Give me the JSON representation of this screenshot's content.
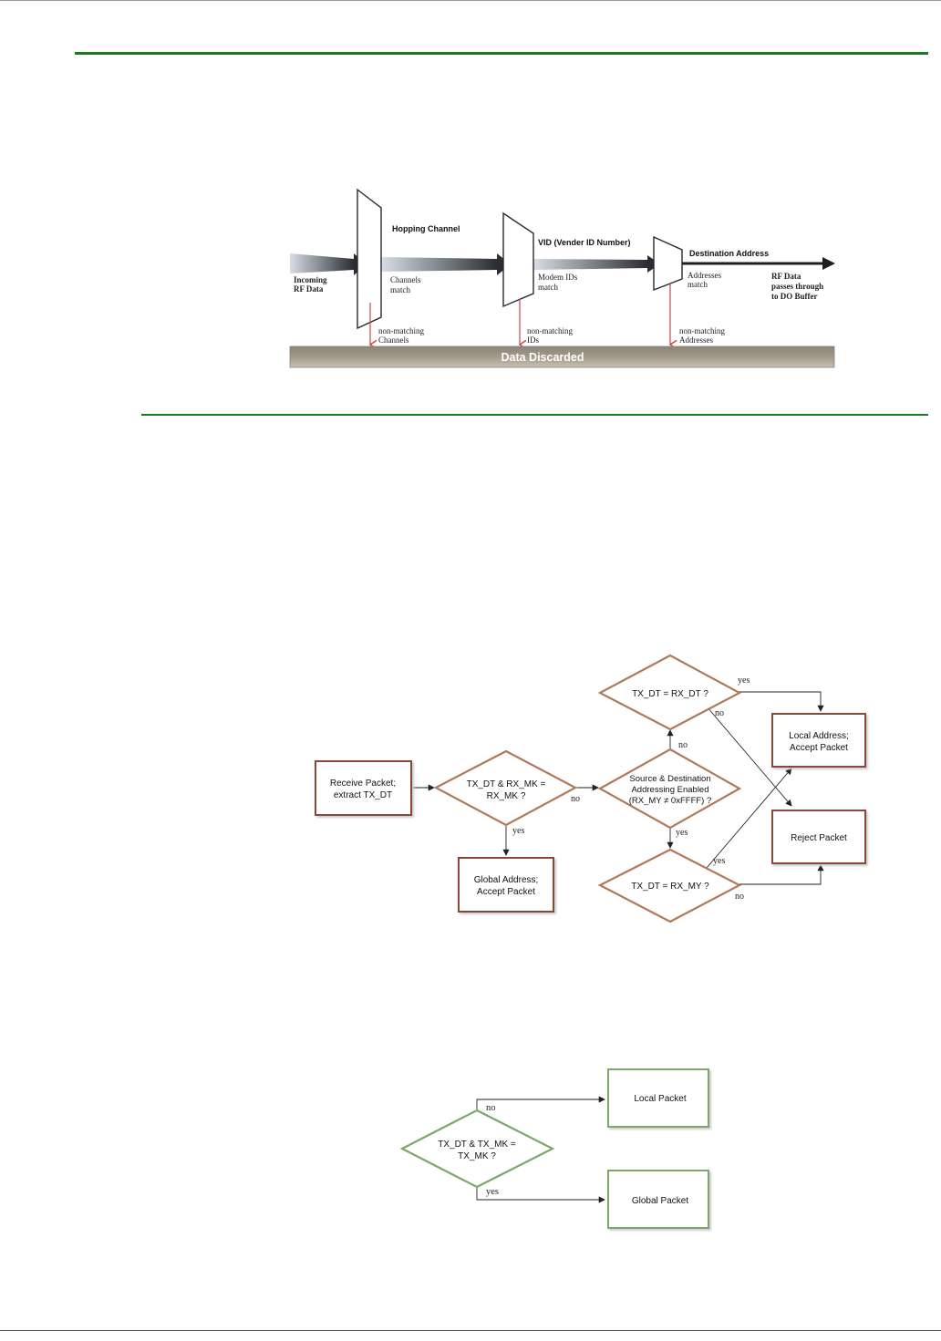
{
  "colors": {
    "rule_green": "#1a7a1a",
    "discard_bar": "#a39a8a",
    "arrow_red": "#c84848",
    "diamond_brown": "#b07a5a",
    "box_brown": "#8a4a38",
    "box_green": "#7aa86a"
  },
  "filter_diagram": {
    "incoming": [
      "Incoming",
      "RF Data"
    ],
    "stage1": {
      "title": "Hopping Channel",
      "match": [
        "Channels",
        "match"
      ],
      "reject": [
        "non-matching",
        "Channels"
      ]
    },
    "stage2": {
      "title": "VID (Vender ID Number)",
      "match": [
        "Modem IDs",
        "match"
      ],
      "reject": [
        "non-matching",
        "IDs"
      ]
    },
    "stage3": {
      "title": "Destination Address",
      "match": [
        "Addresses",
        "match"
      ],
      "reject": [
        "non-matching",
        "Addresses"
      ]
    },
    "output": [
      "RF Data",
      "passes through",
      "to DO Buffer"
    ],
    "discard_label": "Data Discarded"
  },
  "receive_flowchart": {
    "receive_box": [
      "Receive Packet;",
      "extract TX_DT"
    ],
    "mask_check": [
      "TX_DT & RX_MK =",
      "RX_MK ?"
    ],
    "source_dest_check": [
      "Source & Destination",
      "Addressing Enabled",
      "(RX_MY ≠ 0xFFFF) ?"
    ],
    "dt_check": "TX_DT = RX_DT ?",
    "my_check": "TX_DT = RX_MY ?",
    "global_box": [
      "Global Address;",
      "Accept Packet"
    ],
    "local_box": [
      "Local Address;",
      "Accept Packet"
    ],
    "reject_box": "Reject Packet",
    "labels": {
      "yes": "yes",
      "no": "no"
    }
  },
  "transmit_flowchart": {
    "mask_check": [
      "TX_DT & TX_MK =",
      "TX_MK ?"
    ],
    "local_box": "Local Packet",
    "global_box": "Global Packet",
    "labels": {
      "yes": "yes",
      "no": "no"
    }
  }
}
